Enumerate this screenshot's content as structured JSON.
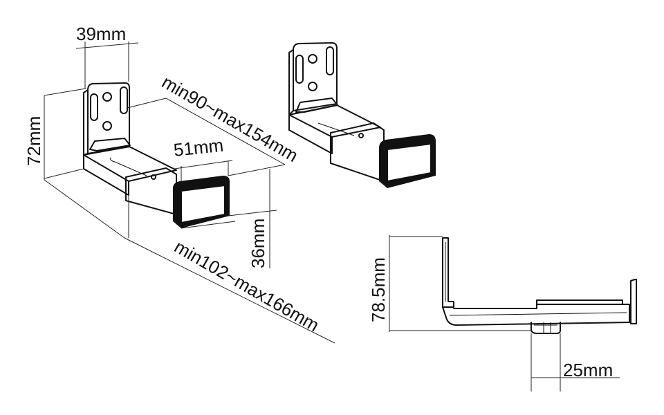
{
  "labels": {
    "width_top": "39mm",
    "height_left": "72mm",
    "extension_upper": "min90~max154mm",
    "pad_width": "51mm",
    "pad_height": "36mm",
    "extension_lower": "min102~max166mm",
    "side_height": "78.5mm",
    "side_foot": "25mm"
  }
}
